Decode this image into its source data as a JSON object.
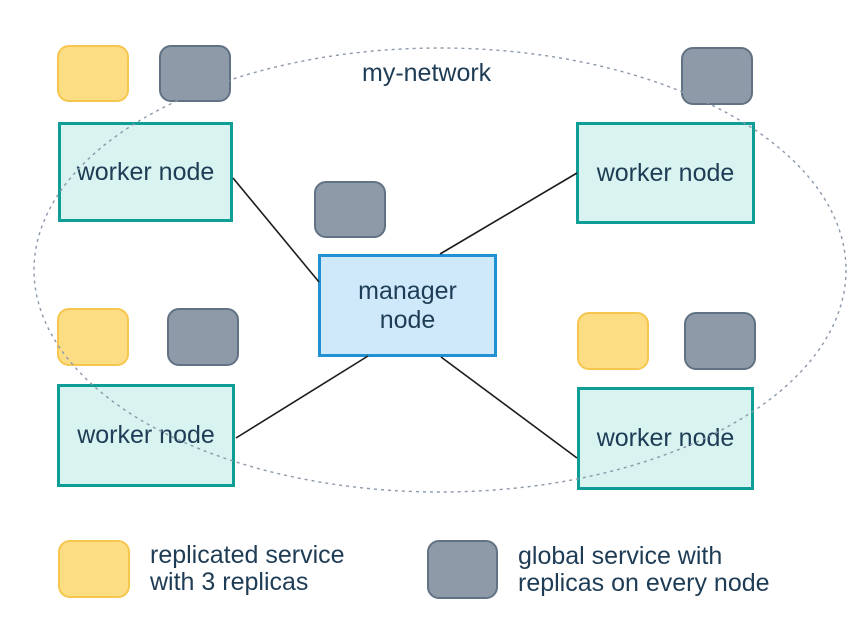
{
  "diagram": {
    "network_label": "my-network",
    "manager_node": {
      "label": "manager node"
    },
    "worker_nodes": [
      {
        "label": "worker node"
      },
      {
        "label": "worker node"
      },
      {
        "label": "worker node"
      },
      {
        "label": "worker node"
      }
    ]
  },
  "legend": {
    "items": [
      {
        "type": "replicated-service",
        "lines": [
          "replicated service",
          "with 3 replicas"
        ]
      },
      {
        "type": "global-service",
        "lines": [
          "global service with",
          "replicas on every node"
        ]
      }
    ]
  },
  "colors": {
    "background": "#ffffff",
    "text": "#1e3c55",
    "worker_fill": "#d8f3f0",
    "worker_border": "#0f9e96",
    "manager_fill": "#cfe9fb",
    "manager_border": "#2191d4",
    "replicated_fill": "#fcdd84",
    "replicated_border": "#f6c64e",
    "global_fill": "#8e9aa7",
    "global_border": "#617284",
    "network_stroke": "#8b99ab",
    "connector_stroke": "#1c1c1c"
  }
}
